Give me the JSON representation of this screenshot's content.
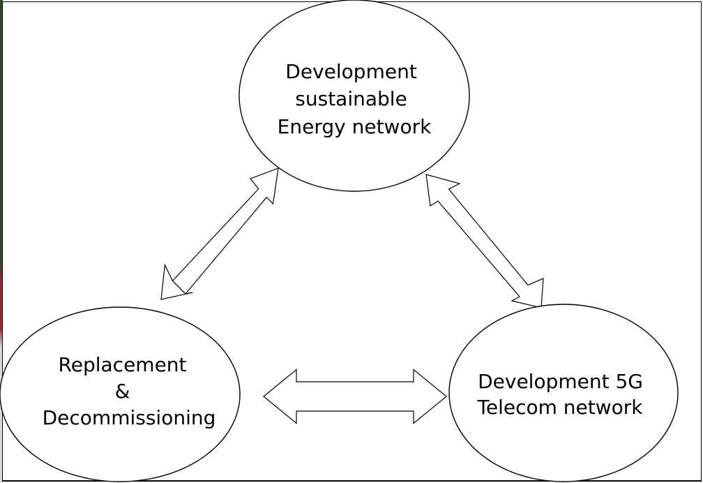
{
  "nodes": {
    "energy": {
      "lines": [
        "Development",
        "sustainable",
        "Energy network"
      ]
    },
    "replacement": {
      "lines": [
        "Replacement",
        "&",
        "Decommissioning"
      ]
    },
    "telecom": {
      "lines": [
        "Development 5G",
        "Telecom network"
      ]
    }
  },
  "colors": {
    "stroke": "#000000",
    "fill": "#ffffff",
    "edge_strip_top": "#2f4a2c",
    "edge_strip_bottom": "#a32232"
  }
}
